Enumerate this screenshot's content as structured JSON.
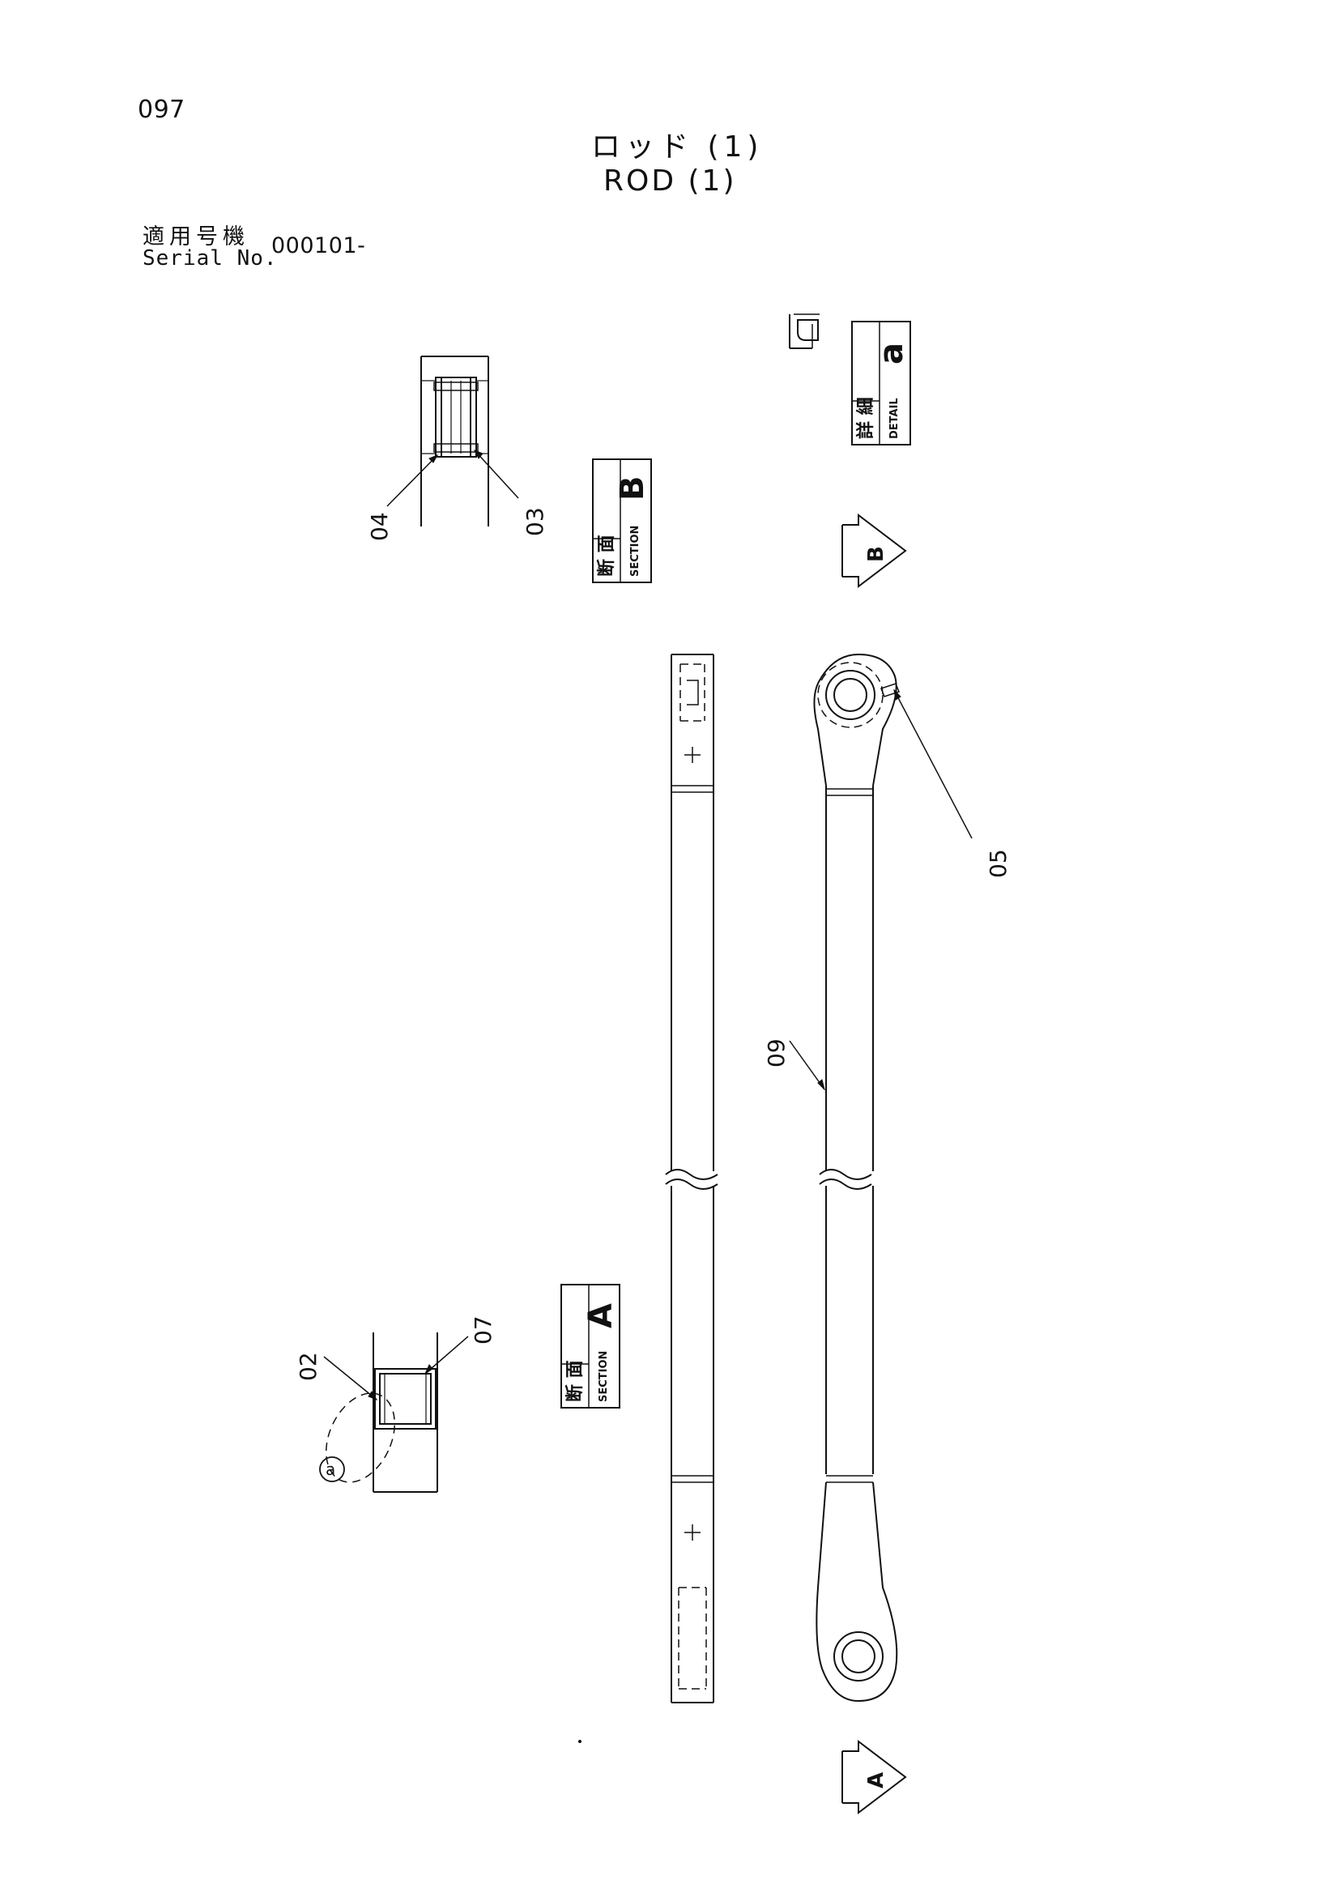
{
  "header": {
    "page_number": "097",
    "title_jp": "ロッド (1)",
    "title_en": "ROD (1)",
    "serial_label_jp": "適用号機",
    "serial_label_en": "Serial No.",
    "serial_value": "000101-"
  },
  "labels": {
    "section_jp": "断 面",
    "section_en": "SECTION",
    "detail_jp": "詳 細",
    "detail_en": "DETAIL",
    "section_a_letter": "A",
    "section_b_letter": "B",
    "detail_a_letter": "a",
    "arrow_a_letter": "A",
    "arrow_b_letter": "B",
    "detail_circle_letter": "a"
  },
  "parts": {
    "p02": "02",
    "p03": "03",
    "p04": "04",
    "p05": "05",
    "p07": "07",
    "p09": "09"
  }
}
